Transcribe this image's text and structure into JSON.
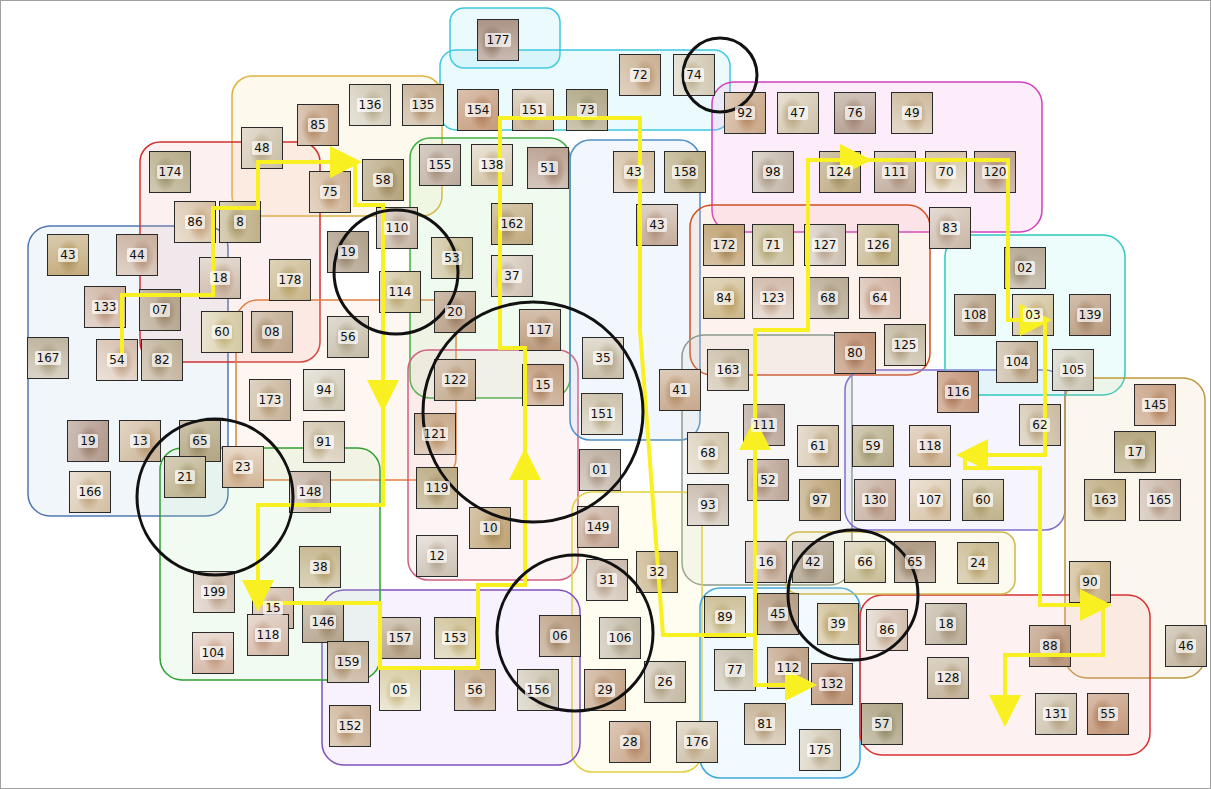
{
  "diagram": {
    "nodes": [
      {
        "text": [
          "177"
        ]
      },
      {
        "text": [
          "135"
        ]
      },
      {
        "text": [
          "136"
        ]
      },
      {
        "text": [
          "85"
        ]
      },
      {
        "text": [
          "48"
        ]
      },
      {
        "text": [
          "154"
        ]
      },
      {
        "text": [
          "151"
        ]
      },
      {
        "text": [
          "73"
        ]
      },
      {
        "text": [
          "72"
        ]
      },
      {
        "text": [
          "74"
        ]
      },
      {
        "text": [
          "92"
        ]
      },
      {
        "text": [
          "47"
        ]
      },
      {
        "text": [
          "76"
        ]
      },
      {
        "text": [
          "49"
        ]
      },
      {
        "text": [
          "174"
        ]
      },
      {
        "text": [
          "75"
        ]
      },
      {
        "text": [
          "58"
        ]
      },
      {
        "text": [
          "155"
        ]
      },
      {
        "text": [
          "138"
        ]
      },
      {
        "text": [
          "51"
        ]
      },
      {
        "text": [
          "43"
        ]
      },
      {
        "text": [
          "158"
        ]
      },
      {
        "text": [
          "98"
        ]
      },
      {
        "text": [
          "124"
        ]
      },
      {
        "text": [
          "111"
        ]
      },
      {
        "text": [
          "70"
        ]
      },
      {
        "text": [
          "120"
        ]
      },
      {
        "text": [
          "86"
        ]
      },
      {
        "text": [
          "8"
        ]
      },
      {
        "text": [
          "110"
        ]
      },
      {
        "text": [
          "162"
        ]
      },
      {
        "text": [
          "43"
        ]
      },
      {
        "text": [
          "172"
        ]
      },
      {
        "text": [
          "71"
        ]
      },
      {
        "text": [
          "127"
        ]
      },
      {
        "text": [
          "126"
        ]
      },
      {
        "text": [
          "83"
        ]
      },
      {
        "text": [
          "43"
        ]
      },
      {
        "text": [
          "44"
        ]
      },
      {
        "text": [
          "19"
        ]
      },
      {
        "text": [
          "53"
        ]
      },
      {
        "text": [
          "37"
        ]
      },
      {
        "text": [
          "178"
        ]
      },
      {
        "text": [
          "18"
        ]
      },
      {
        "text": [
          "02"
        ]
      },
      {
        "text": [
          "133"
        ]
      },
      {
        "text": [
          "07"
        ]
      },
      {
        "text": [
          "114"
        ]
      },
      {
        "text": [
          "20"
        ]
      },
      {
        "text": [
          "84"
        ]
      },
      {
        "text": [
          "123"
        ]
      },
      {
        "text": [
          "68"
        ]
      },
      {
        "text": [
          "64"
        ]
      },
      {
        "text": [
          "108"
        ]
      },
      {
        "text": [
          "03"
        ]
      },
      {
        "text": [
          "139"
        ]
      },
      {
        "text": [
          "167"
        ]
      },
      {
        "text": [
          "54"
        ]
      },
      {
        "text": [
          "82"
        ]
      },
      {
        "text": [
          "60"
        ]
      },
      {
        "text": [
          "08"
        ]
      },
      {
        "text": [
          "56"
        ]
      },
      {
        "text": [
          "117"
        ]
      },
      {
        "text": [
          "125"
        ]
      },
      {
        "text": [
          "80"
        ]
      },
      {
        "text": [
          "104"
        ]
      },
      {
        "text": [
          "105"
        ]
      },
      {
        "text": [
          "122"
        ]
      },
      {
        "text": [
          "35"
        ]
      },
      {
        "text": [
          "15"
        ]
      },
      {
        "text": [
          "163"
        ]
      },
      {
        "text": [
          "116"
        ]
      },
      {
        "text": [
          "173"
        ]
      },
      {
        "text": [
          "94"
        ]
      },
      {
        "text": [
          "41"
        ]
      },
      {
        "text": [
          "151"
        ]
      },
      {
        "text": [
          "145"
        ]
      },
      {
        "text": [
          "62"
        ]
      },
      {
        "text": [
          "19"
        ]
      },
      {
        "text": [
          "13"
        ]
      },
      {
        "text": [
          "65"
        ]
      },
      {
        "text": [
          "121"
        ]
      },
      {
        "text": [
          "91"
        ]
      },
      {
        "text": [
          "111"
        ]
      },
      {
        "text": [
          "61"
        ]
      },
      {
        "text": [
          "59"
        ]
      },
      {
        "text": [
          "118"
        ]
      },
      {
        "text": [
          "17"
        ]
      },
      {
        "text": [
          "01"
        ]
      },
      {
        "text": [
          "68"
        ]
      },
      {
        "text": [
          "52"
        ]
      },
      {
        "text": [
          "166"
        ]
      },
      {
        "text": [
          "21"
        ]
      },
      {
        "text": [
          "23"
        ]
      },
      {
        "text": [
          "119"
        ]
      },
      {
        "text": [
          "148"
        ]
      },
      {
        "text": [
          "97"
        ]
      },
      {
        "text": [
          "130"
        ]
      },
      {
        "text": [
          "107"
        ]
      },
      {
        "text": [
          "60"
        ]
      },
      {
        "text": [
          "93"
        ]
      },
      {
        "text": [
          "163"
        ]
      },
      {
        "text": [
          "165"
        ]
      },
      {
        "text": [
          "10"
        ]
      },
      {
        "text": [
          "149"
        ]
      },
      {
        "text": [
          "12"
        ]
      },
      {
        "text": [
          "38"
        ]
      },
      {
        "text": [
          "31"
        ]
      },
      {
        "text": [
          "32"
        ]
      },
      {
        "text": [
          "16"
        ]
      },
      {
        "text": [
          "42"
        ]
      },
      {
        "text": [
          "66"
        ]
      },
      {
        "text": [
          "65"
        ]
      },
      {
        "text": [
          "24"
        ]
      },
      {
        "text": [
          "199"
        ]
      },
      {
        "text": [
          "90"
        ]
      },
      {
        "text": [
          "15"
        ]
      },
      {
        "text": [
          "146"
        ]
      },
      {
        "text": [
          "89"
        ]
      },
      {
        "text": [
          "45"
        ]
      },
      {
        "text": [
          "39"
        ]
      },
      {
        "text": [
          "86"
        ]
      },
      {
        "text": [
          "18"
        ]
      },
      {
        "text": [
          "118"
        ]
      },
      {
        "text": [
          "157"
        ]
      },
      {
        "text": [
          "153"
        ]
      },
      {
        "text": [
          "06"
        ]
      },
      {
        "text": [
          "106"
        ]
      },
      {
        "text": [
          "88"
        ]
      },
      {
        "text": [
          "46"
        ]
      },
      {
        "text": [
          "104"
        ]
      },
      {
        "text": [
          "159"
        ]
      },
      {
        "text": [
          "77"
        ]
      },
      {
        "text": [
          "112"
        ]
      },
      {
        "text": [
          "26"
        ]
      },
      {
        "text": [
          "132"
        ]
      },
      {
        "text": [
          "128"
        ]
      },
      {
        "text": [
          "05"
        ]
      },
      {
        "text": [
          "56"
        ]
      },
      {
        "text": [
          "156"
        ]
      },
      {
        "text": [
          "29"
        ]
      },
      {
        "text": [
          "131"
        ]
      },
      {
        "text": [
          "55"
        ]
      },
      {
        "text": [
          "81"
        ]
      },
      {
        "text": [
          "57"
        ]
      },
      {
        "text": [
          "152"
        ]
      },
      {
        "text": [
          "175"
        ]
      },
      {
        "text": [
          "28"
        ]
      },
      {
        "text": [
          "176"
        ]
      }
    ]
  }
}
